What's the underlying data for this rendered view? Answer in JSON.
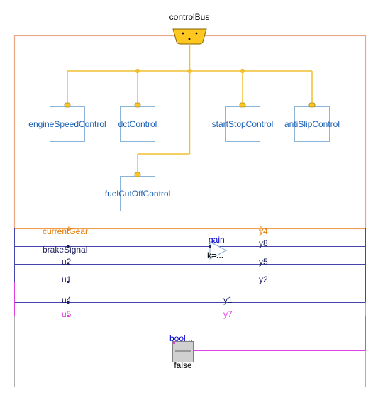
{
  "bus": {
    "label": "controlBus"
  },
  "blocks": {
    "engine": "engineSpeedControl",
    "dct": "dctControl",
    "startstop": "startStopControl",
    "antislip": "antiSlipControl",
    "fuelcut": "fuelCutOffControl"
  },
  "signals": {
    "in_currentGear": "currentGear",
    "in_brakeSignal": "brakeSignal",
    "in_u2": "u2",
    "in_u1": "u1",
    "in_u4": "u4",
    "in_u5": "u5",
    "out_y4": "y4",
    "out_y8": "y8",
    "out_y5": "y5",
    "out_y2": "y2",
    "out_y1": "y1",
    "out_y7": "y7"
  },
  "gain": {
    "name": "gain",
    "param": "k=..."
  },
  "bool_const": {
    "name": "bool...",
    "value": "false"
  },
  "colors": {
    "boundary": "#e8a888",
    "bus": "#f0c030",
    "block_border": "#8ab4d8",
    "block_text": "#1a5fb4",
    "orange_line": "#f0a050",
    "orange_text": "#e07800",
    "blue_line": "#4444aa",
    "blue_text": "#0000cc",
    "magenta": "#e040e0",
    "dark_text": "#202060"
  }
}
